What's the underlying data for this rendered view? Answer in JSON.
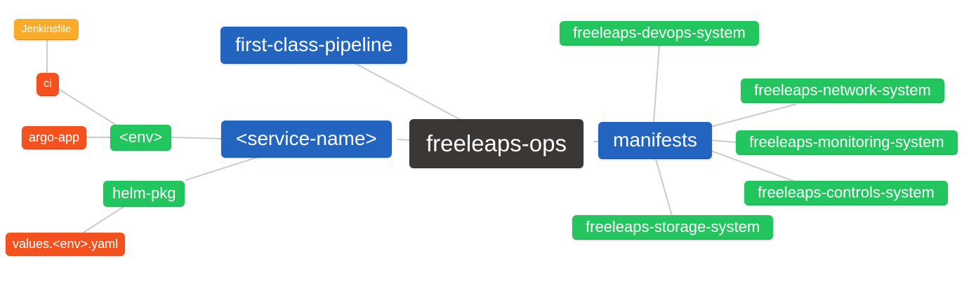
{
  "palette": {
    "blue": "#2264bf",
    "green": "#22c55e",
    "orange": "#fbab2a",
    "red": "#f4511e",
    "dark": "#3b3735",
    "edge": "#cccccc",
    "text": "#ffffff"
  },
  "diagram": {
    "type": "mindmap",
    "root_label": "freeleaps-ops"
  },
  "nodes": [
    {
      "id": "jenkinsfile",
      "label": "Jenkinsfile",
      "color": "#fbab2a"
    },
    {
      "id": "ci",
      "label": "ci",
      "color": "#f4511e"
    },
    {
      "id": "argo-app",
      "label": "argo-app",
      "color": "#f4511e"
    },
    {
      "id": "env",
      "label": "<env>",
      "color": "#22c55e"
    },
    {
      "id": "helm-pkg",
      "label": "helm-pkg",
      "color": "#22c55e"
    },
    {
      "id": "values-env-yaml",
      "label": "values.<env>.yaml",
      "color": "#f4511e"
    },
    {
      "id": "first-class-pipeline",
      "label": "first-class-pipeline",
      "color": "#2264bf"
    },
    {
      "id": "service-name",
      "label": "<service-name>",
      "color": "#2264bf"
    },
    {
      "id": "freeleaps-ops",
      "label": "freeleaps-ops",
      "color": "#3b3735"
    },
    {
      "id": "manifests",
      "label": "manifests",
      "color": "#2264bf"
    },
    {
      "id": "freeleaps-devops-system",
      "label": "freeleaps-devops-system",
      "color": "#22c55e"
    },
    {
      "id": "freeleaps-network-system",
      "label": "freeleaps-network-system",
      "color": "#22c55e"
    },
    {
      "id": "freeleaps-monitoring-system",
      "label": "freeleaps-monitoring-system",
      "color": "#22c55e"
    },
    {
      "id": "freeleaps-controls-system",
      "label": "freeleaps-controls-system",
      "color": "#22c55e"
    },
    {
      "id": "freeleaps-storage-system",
      "label": "freeleaps-storage-system",
      "color": "#22c55e"
    }
  ],
  "edges": [
    {
      "from": "jenkinsfile",
      "to": "ci"
    },
    {
      "from": "ci",
      "to": "env"
    },
    {
      "from": "argo-app",
      "to": "env"
    },
    {
      "from": "env",
      "to": "service-name"
    },
    {
      "from": "helm-pkg",
      "to": "service-name"
    },
    {
      "from": "values-env-yaml",
      "to": "helm-pkg"
    },
    {
      "from": "first-class-pipeline",
      "to": "freeleaps-ops"
    },
    {
      "from": "service-name",
      "to": "freeleaps-ops"
    },
    {
      "from": "freeleaps-ops",
      "to": "manifests"
    },
    {
      "from": "manifests",
      "to": "freeleaps-devops-system"
    },
    {
      "from": "manifests",
      "to": "freeleaps-network-system"
    },
    {
      "from": "manifests",
      "to": "freeleaps-monitoring-system"
    },
    {
      "from": "manifests",
      "to": "freeleaps-controls-system"
    },
    {
      "from": "manifests",
      "to": "freeleaps-storage-system"
    }
  ]
}
